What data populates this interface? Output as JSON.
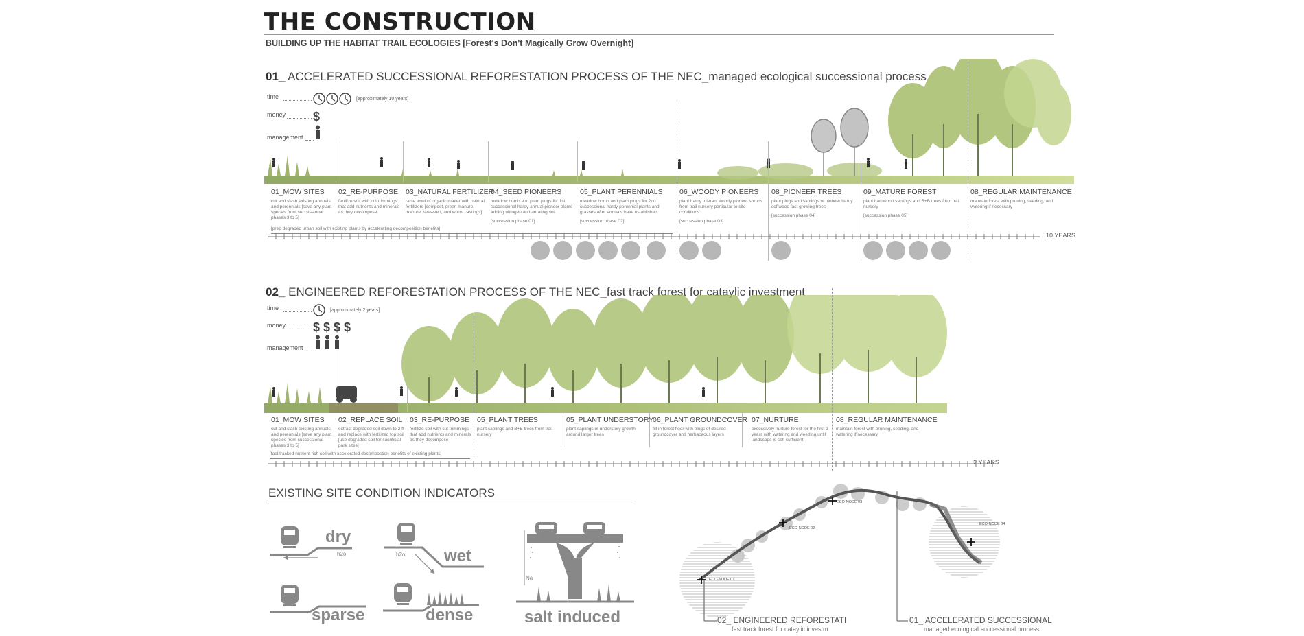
{
  "header": {
    "title": "THE CONSTRUCTION",
    "subtitle": "BUILDING UP THE HABITAT TRAIL ECOLOGIES [Forest's Don't Magically Grow Overnight]"
  },
  "labels": {
    "time": "time",
    "money": "money",
    "management": "management"
  },
  "process1": {
    "number": "01_",
    "title": "ACCELERATED SUCCESSIONAL REFORESTATION PROCESS OF THE NEC_managed ecological successional process",
    "approx": "[approximately 10 years]",
    "money_symbols": "$",
    "years_label": "10 YEARS",
    "note": "[prep degraded urban soil with existing plants by accelerating decomposition benefits]",
    "steps": [
      {
        "title": "01_MOW SITES",
        "desc": "cut and slash existing annuals and perennials [save any plant species from successional phases 3 to 5]",
        "phase": ""
      },
      {
        "title": "02_RE-PURPOSE",
        "desc": "fertilize soil with cut trimmings that add nutrients and minerals as they decompose",
        "phase": ""
      },
      {
        "title": "03_NATURAL FERTILIZER",
        "desc": "raise level of organic matter with natural fertilizers [compost, green manure, manure, seaweed, and worm castings]",
        "phase": ""
      },
      {
        "title": "04_SEED PIONEERS",
        "desc": "meadow bomb and plant plugs for 1st successional hardy annual pioneer plants adding nitrogen and aerating soil",
        "phase": "[succession phase 01]"
      },
      {
        "title": "05_PLANT PERENNIALS",
        "desc": "meadow bomb and plant plugs for 2nd successional hardy perennial plants and grasses after annuals have established",
        "phase": "[succession phase 02]"
      },
      {
        "title": "06_WOODY PIONEERS",
        "desc": "plant hardy tolerant woody pioneer shrubs from trail nursery particular to site conditions",
        "phase": "[succession phase 03]"
      },
      {
        "title": "08_PIONEER TREES",
        "desc": "plant plugs and saplings of pioneer hardy softwood fast growing trees",
        "phase": "[succession phase 04]"
      },
      {
        "title": "09_MATURE FOREST",
        "desc": "plant hardwood saplings and B+B trees from trail nursery",
        "phase": "[succession phase 05]"
      },
      {
        "title": "08_REGULAR MAINTENANCE",
        "desc": "maintain forest with pruning, seeding, and watering if necessary",
        "phase": ""
      }
    ]
  },
  "process2": {
    "number": "02_",
    "title": "ENGINEERED REFORESTATION PROCESS OF THE NEC_fast track forest for cataylic investment",
    "approx": "[approximately 2 years]",
    "money_symbols": "$ $ $ $",
    "years_label": "2 YEARS",
    "note": "[fast tracked nutrient rich soil with accelerated decompostion benefits of existing plants]",
    "steps": [
      {
        "title": "01_MOW SITES",
        "desc": "cut and slash existing annuals and perennials [save any plant species from successional phases 3 to 5]"
      },
      {
        "title": "02_REPLACE SOIL",
        "desc": "extract degraded soil down to 2 ft and replace with fertilized top soil [use degraded soil for sacrificial park sites]"
      },
      {
        "title": "03_RE-PURPOSE",
        "desc": "fertilize soil with cut trimmings that add nutrients and minerals as they decompose"
      },
      {
        "title": "05_PLANT TREES",
        "desc": "plant saplings and B+B trees from trail nursery"
      },
      {
        "title": "05_PLANT UNDERSTORY",
        "desc": "plant saplings of understory growth around larger trees"
      },
      {
        "title": "06_PLANT GROUNDCOVER",
        "desc": "fill in forest floor with plugs of desired groundcover and herbaceous layers"
      },
      {
        "title": "07_NURTURE",
        "desc": "excessively nurture forest for the first 2 years with watering and weeding until landscape is self sufficient"
      },
      {
        "title": "08_REGULAR MAINTENANCE",
        "desc": "maintain forest with pruning, seeding, and watering if necessary"
      }
    ]
  },
  "indicators": {
    "title": "EXISTING SITE CONDITION INDICATORS",
    "dry": "dry",
    "wet": "wet",
    "sparse": "sparse",
    "dense": "dense",
    "salt": "salt induced",
    "h2o": "h2o",
    "na": "Na"
  },
  "map": {
    "label02_title": "02_ ENGINEERED REFORESTATI",
    "label02_sub": "fast track forest for cataylic investm",
    "label01_title": "01_ ACCELERATED SUCCESSIONAL",
    "label01_sub": "managed ecological successional process",
    "nodes": [
      "ECO-NODE 01",
      "ECO-NODE 02",
      "ECO-NODE 03",
      "ECO-NODE 04"
    ]
  },
  "colors": {
    "green_light": "#c9d98a",
    "green_mid": "#9cb45a",
    "green_dark": "#6f8a3a",
    "grey": "#8a8a8a"
  }
}
